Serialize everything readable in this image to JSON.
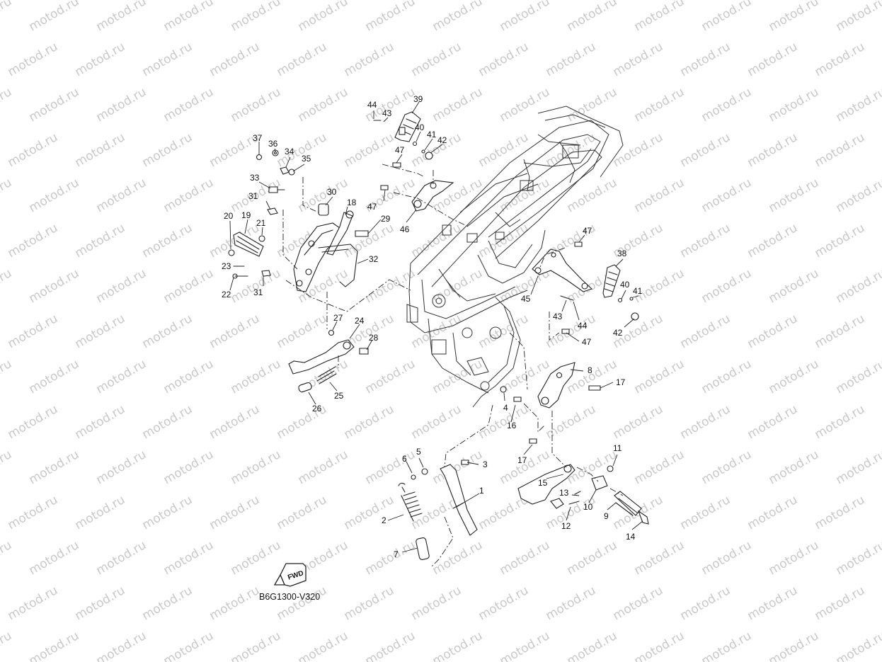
{
  "watermark": {
    "text": "motod.ru"
  },
  "drawing_code": "B6G1300-V320",
  "fwd_label": "FWD",
  "callouts": [
    {
      "id": "c1",
      "label": "1"
    },
    {
      "id": "c2",
      "label": "2"
    },
    {
      "id": "c3",
      "label": "3"
    },
    {
      "id": "c4",
      "label": "4"
    },
    {
      "id": "c5",
      "label": "5"
    },
    {
      "id": "c6",
      "label": "6"
    },
    {
      "id": "c7",
      "label": "7"
    },
    {
      "id": "c8",
      "label": "8"
    },
    {
      "id": "c9",
      "label": "9"
    },
    {
      "id": "c10",
      "label": "10"
    },
    {
      "id": "c11",
      "label": "11"
    },
    {
      "id": "c12",
      "label": "12"
    },
    {
      "id": "c13",
      "label": "13"
    },
    {
      "id": "c14",
      "label": "14"
    },
    {
      "id": "c15",
      "label": "15"
    },
    {
      "id": "c16",
      "label": "16"
    },
    {
      "id": "c17a",
      "label": "17"
    },
    {
      "id": "c17b",
      "label": "17"
    },
    {
      "id": "c18",
      "label": "18"
    },
    {
      "id": "c19",
      "label": "19"
    },
    {
      "id": "c20",
      "label": "20"
    },
    {
      "id": "c21",
      "label": "21"
    },
    {
      "id": "c22",
      "label": "22"
    },
    {
      "id": "c23",
      "label": "23"
    },
    {
      "id": "c24",
      "label": "24"
    },
    {
      "id": "c25",
      "label": "25"
    },
    {
      "id": "c26",
      "label": "26"
    },
    {
      "id": "c27",
      "label": "27"
    },
    {
      "id": "c28",
      "label": "28"
    },
    {
      "id": "c29",
      "label": "29"
    },
    {
      "id": "c30",
      "label": "30"
    },
    {
      "id": "c31a",
      "label": "31"
    },
    {
      "id": "c31b",
      "label": "31"
    },
    {
      "id": "c32",
      "label": "32"
    },
    {
      "id": "c33",
      "label": "33"
    },
    {
      "id": "c34",
      "label": "34"
    },
    {
      "id": "c35",
      "label": "35"
    },
    {
      "id": "c36",
      "label": "36"
    },
    {
      "id": "c37",
      "label": "37"
    },
    {
      "id": "c38",
      "label": "38"
    },
    {
      "id": "c39",
      "label": "39"
    },
    {
      "id": "c40a",
      "label": "40"
    },
    {
      "id": "c40b",
      "label": "40"
    },
    {
      "id": "c41a",
      "label": "41"
    },
    {
      "id": "c41b",
      "label": "41"
    },
    {
      "id": "c42a",
      "label": "42"
    },
    {
      "id": "c42b",
      "label": "42"
    },
    {
      "id": "c43a",
      "label": "43"
    },
    {
      "id": "c43b",
      "label": "43"
    },
    {
      "id": "c44a",
      "label": "44"
    },
    {
      "id": "c44b",
      "label": "44"
    },
    {
      "id": "c45",
      "label": "45"
    },
    {
      "id": "c46",
      "label": "46"
    },
    {
      "id": "c47a",
      "label": "47"
    },
    {
      "id": "c47b",
      "label": "47"
    },
    {
      "id": "c47c",
      "label": "47"
    },
    {
      "id": "c47d",
      "label": "47"
    }
  ]
}
